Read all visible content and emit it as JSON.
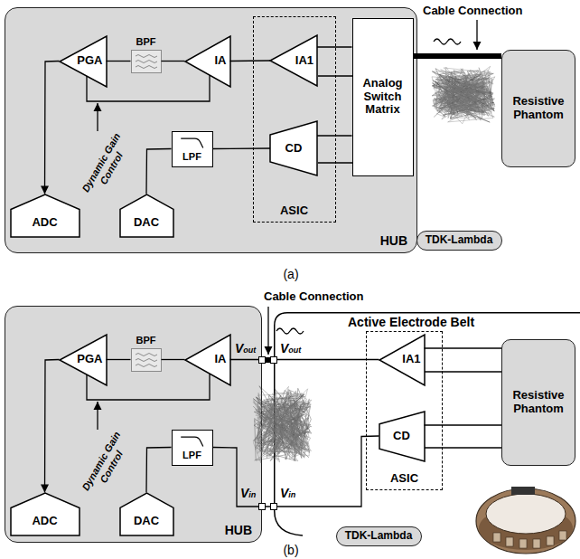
{
  "diagram": {
    "nodes": [
      {
        "text": [
          "HUB"
        ]
      },
      {
        "text": [
          "PGA"
        ],
        "in": 0
      },
      {
        "text": [
          "BPF"
        ],
        "in": 0
      },
      {
        "text": [
          "IA"
        ],
        "in": 0
      },
      {
        "text": [
          "ASIC"
        ],
        "in": 0
      },
      {
        "text": [
          "IA1"
        ],
        "in": 4
      },
      {
        "text": [
          "CD"
        ],
        "in": 4
      },
      {
        "text": [
          "Analog Switch Matrix"
        ],
        "in": 0
      },
      {
        "text": [
          "ADC"
        ],
        "in": 0
      },
      {
        "text": [
          "DAC"
        ],
        "in": 0
      },
      {
        "text": [
          "LPF"
        ],
        "in": 0
      },
      {
        "text": [
          "Resistive Phantom"
        ]
      },
      {
        "text": [
          "TDK-Lambda"
        ]
      },
      {
        "text": [
          "HUB"
        ]
      },
      {
        "text": [
          "PGA"
        ],
        "in": 13
      },
      {
        "text": [
          "BPF"
        ],
        "in": 13
      },
      {
        "text": [
          "IA"
        ],
        "in": 13
      },
      {
        "text": [
          "ADC"
        ],
        "in": 13
      },
      {
        "text": [
          "DAC"
        ],
        "in": 13
      },
      {
        "text": [
          "LPF"
        ],
        "in": 13
      },
      {
        "text": [
          "Active Electrode Belt"
        ]
      },
      {
        "text": [
          "ASIC"
        ],
        "in": 20
      },
      {
        "text": [
          "IA1"
        ],
        "in": 21
      },
      {
        "text": [
          "CD"
        ],
        "in": 21
      },
      {
        "text": [
          "Resistive Phantom"
        ],
        "in": 20
      },
      {
        "text": [
          "TDK-Lambda"
        ]
      }
    ],
    "edges": [
      {
        "from": 3,
        "to": 2,
        "arrow": "none"
      },
      {
        "from": 2,
        "to": 1,
        "arrow": "none"
      },
      {
        "from": 1,
        "to": 8,
        "arrow": "to"
      },
      {
        "from": 5,
        "to": 3,
        "arrow": "none"
      },
      {
        "from": 7,
        "to": 5,
        "arrow": "none"
      },
      {
        "from": 6,
        "to": 7,
        "arrow": "none"
      },
      {
        "from": 10,
        "to": 6,
        "arrow": "none"
      },
      {
        "from": 9,
        "to": 10,
        "arrow": "none"
      },
      {
        "from": 7,
        "to": 11,
        "arrow": "none"
      },
      {
        "from": 16,
        "to": 15,
        "arrow": "none"
      },
      {
        "from": 15,
        "to": 14,
        "arrow": "none"
      },
      {
        "from": 14,
        "to": 17,
        "arrow": "to"
      },
      {
        "from": 22,
        "to": 16,
        "arrow": "none"
      },
      {
        "from": 18,
        "to": 19,
        "arrow": "none"
      },
      {
        "from": 19,
        "to": 23,
        "arrow": "none"
      },
      {
        "from": 24,
        "to": 22,
        "arrow": "none"
      },
      {
        "from": 23,
        "to": 24,
        "arrow": "none"
      }
    ],
    "labels": [
      "Cable Connection",
      "Dynamic Gain Control",
      "(a)",
      "Cable Connection",
      "Dynamic Gain Control",
      "Vout",
      "Vin",
      "Vout",
      "Vin",
      "(b)"
    ]
  }
}
